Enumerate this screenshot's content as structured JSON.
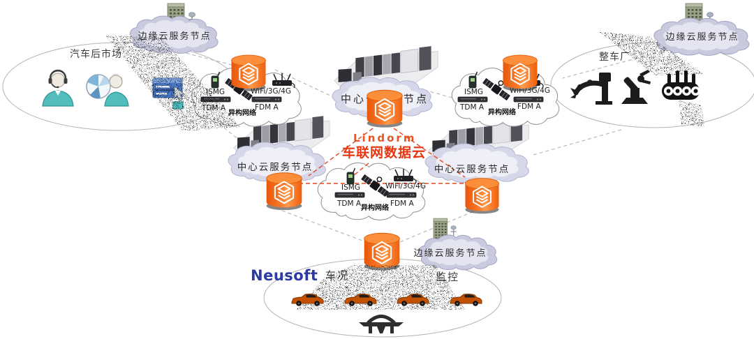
{
  "labels": {
    "edge_node": "边缘云服务节点",
    "center_node": "中心云服务节点",
    "aftermarket": "汽车后市场",
    "oem": "整车厂",
    "lindorm": "Lindorm",
    "iov_cloud": "车联网数据云",
    "monitor_prefix": "车况",
    "monitor_suffix": "监控",
    "neusoft": "Neusoft"
  },
  "network_cloud": {
    "name": "异构网络",
    "ismg": "ISMG",
    "wifi": "WiFi/3G/4G",
    "tdma": "TDM A",
    "fdma": "FDM A"
  },
  "icons": {
    "database": "lindorm-db-icon",
    "server_room": "server-rack-image",
    "building": "edge-building-icon",
    "satellite": "satellite-icon",
    "mobile_phone": "mobile-phone-icon",
    "router": "wifi-router-icon",
    "modem": "modem-bar-icon",
    "support_agent": "headset-agent-icon",
    "web_user": "globe-user-icon",
    "click_screen": "click-screen-icon",
    "robot_arm": "robot-arm-icon",
    "robot_gripper": "robot-gripper-icon",
    "engine_line": "engine-assembly-icon",
    "car": "car-icon",
    "overpass": "overpass-icon"
  },
  "colors": {
    "lindorm_orange": "#f2650f",
    "accent_red": "#e6360f",
    "cloud_lavender": "#c9cade",
    "neusoft_blue": "#2c3aa2",
    "car_orange": "#c25102"
  }
}
